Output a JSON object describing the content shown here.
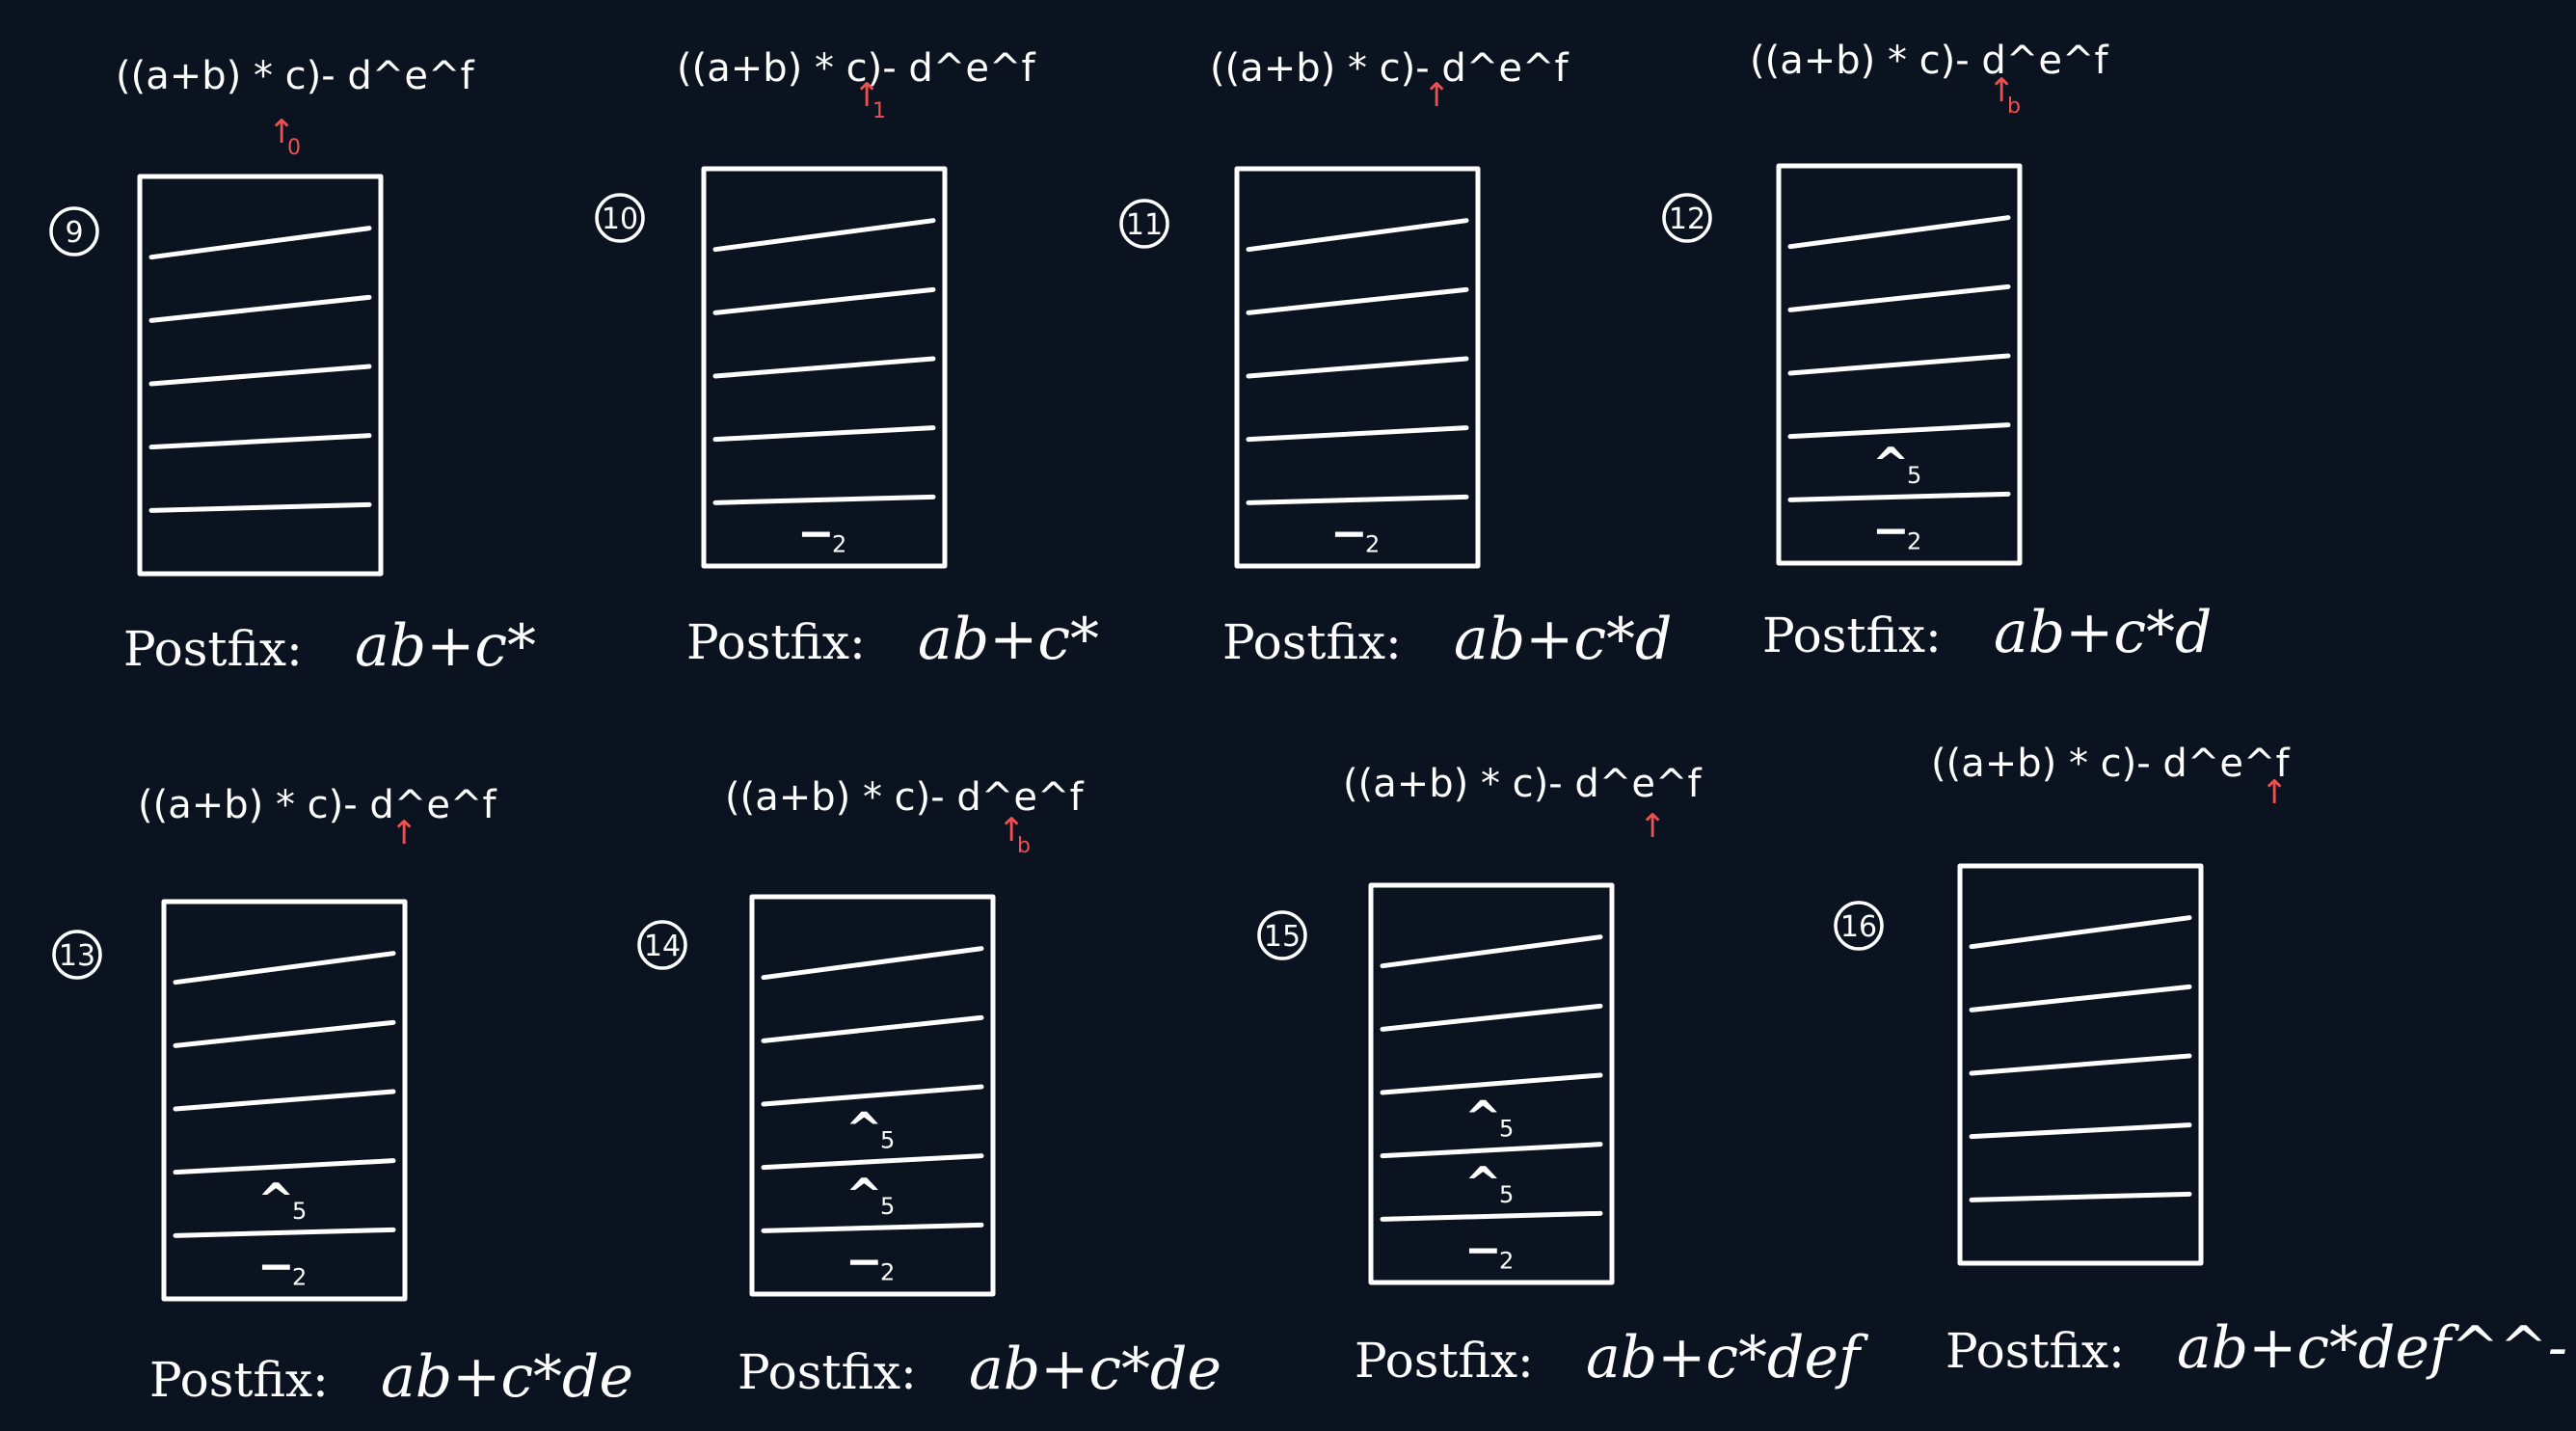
{
  "steps": [
    {
      "number": "9",
      "expression": "((a+b) * c)- d^e^f",
      "pointer_sub": "0",
      "stack": [],
      "postfix_label": "Postfix:",
      "postfix": "ab+c*"
    },
    {
      "number": "10",
      "expression": "((a+b) * c)- d^e^f",
      "pointer_sub": "1",
      "stack": [
        {
          "op": "−",
          "prec": "2"
        }
      ],
      "postfix_label": "Postfix:",
      "postfix": "ab+c*"
    },
    {
      "number": "11",
      "expression": "((a+b) * c)- d^e^f",
      "pointer_sub": "",
      "stack": [
        {
          "op": "−",
          "prec": "2"
        }
      ],
      "postfix_label": "Postfix:",
      "postfix": "ab+c*d"
    },
    {
      "number": "12",
      "expression": "((a+b) * c)- d^e^f",
      "pointer_sub": "b",
      "stack": [
        {
          "op": "−",
          "prec": "2"
        },
        {
          "op": "^",
          "prec": "5"
        }
      ],
      "postfix_label": "Postfix:",
      "postfix": "ab+c*d"
    },
    {
      "number": "13",
      "expression": "((a+b) * c)- d^e^f",
      "pointer_sub": "",
      "stack": [
        {
          "op": "−",
          "prec": "2"
        },
        {
          "op": "^",
          "prec": "5"
        }
      ],
      "postfix_label": "Postfix:",
      "postfix": "ab+c*de"
    },
    {
      "number": "14",
      "expression": "((a+b) * c)- d^e^f",
      "pointer_sub": "b",
      "stack": [
        {
          "op": "−",
          "prec": "2"
        },
        {
          "op": "^",
          "prec": "5"
        },
        {
          "op": "^",
          "prec": "5"
        }
      ],
      "postfix_label": "Postfix:",
      "postfix": "ab+c*de"
    },
    {
      "number": "15",
      "expression": "((a+b) * c)- d^e^f",
      "pointer_sub": "",
      "stack": [
        {
          "op": "−",
          "prec": "2"
        },
        {
          "op": "^",
          "prec": "5"
        },
        {
          "op": "^",
          "prec": "5"
        }
      ],
      "postfix_label": "Postfix:",
      "postfix": "ab+c*def"
    },
    {
      "number": "16",
      "expression": "((a+b) * c)- d^e^f",
      "pointer_sub": "",
      "stack": [],
      "postfix_label": "Postfix:",
      "postfix": "ab+c*def^^-"
    }
  ],
  "colors": {
    "background": "#0b1320",
    "ink": "#ffffff",
    "pointer": "#f0504f"
  }
}
